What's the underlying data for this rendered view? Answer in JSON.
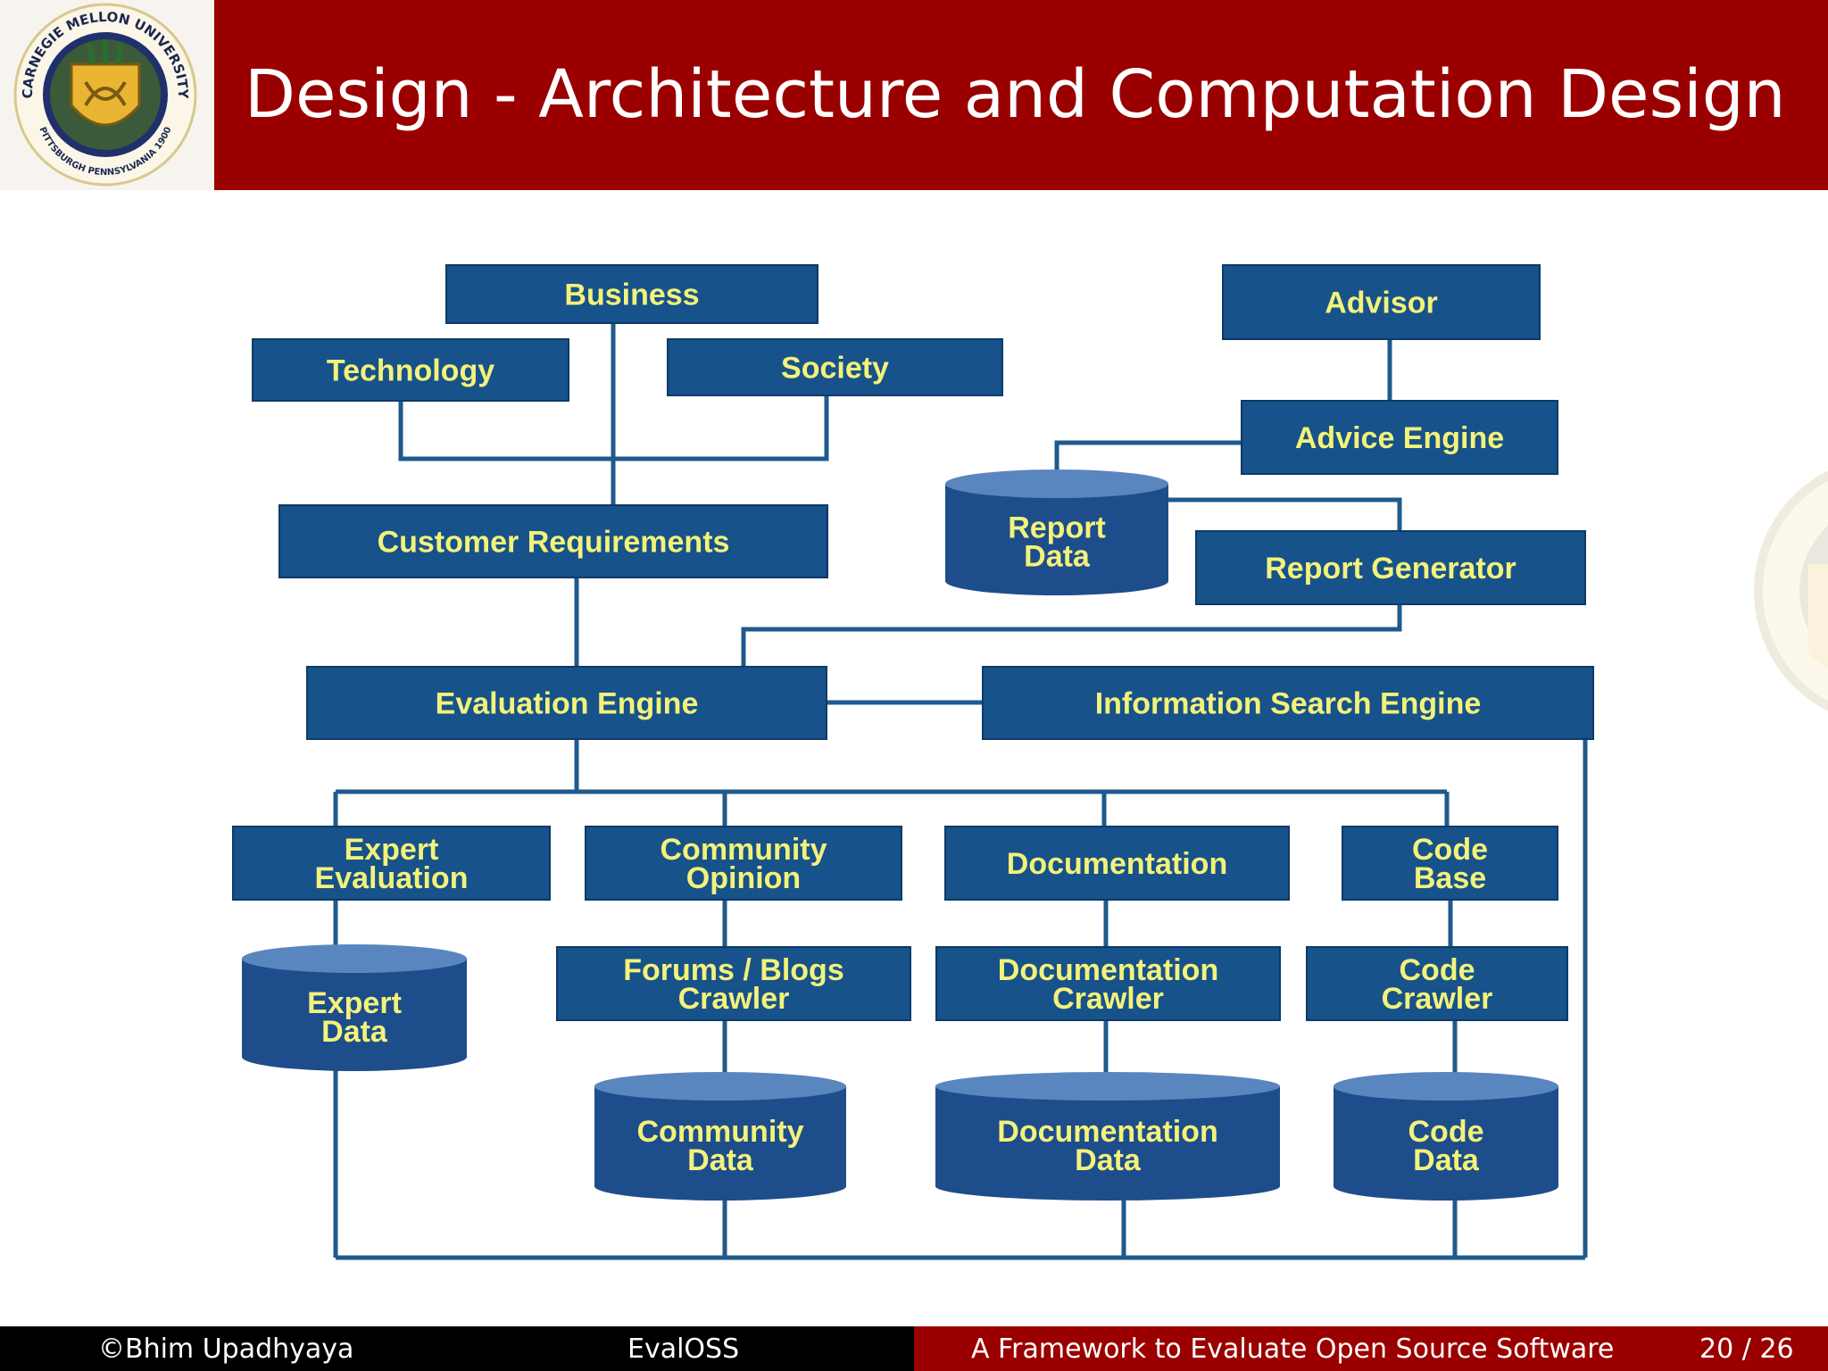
{
  "slide": {
    "title": "Design - Architecture and Computation Design"
  },
  "logo": {
    "top_text": "CARNEGIE MELLON UNIVERSITY",
    "bottom_text": "PITTSBURGH PENNSYLVANIA 1900"
  },
  "colors": {
    "header": "#9a0000",
    "box_fill": "#17528a",
    "box_text": "#f3f27a",
    "line": "#1f5a8d",
    "footer_left": "#000000",
    "footer_right": "#9a0000"
  },
  "diagram": {
    "nodes": [
      {
        "id": "business",
        "shape": "box",
        "lines": [
          "Business"
        ]
      },
      {
        "id": "technology",
        "shape": "box",
        "lines": [
          "Technology"
        ]
      },
      {
        "id": "society",
        "shape": "box",
        "lines": [
          "Society"
        ]
      },
      {
        "id": "customer-requirements",
        "shape": "box",
        "lines": [
          "Customer Requirements"
        ]
      },
      {
        "id": "advisor",
        "shape": "box",
        "lines": [
          "Advisor"
        ]
      },
      {
        "id": "advice-engine",
        "shape": "box",
        "lines": [
          "Advice Engine"
        ]
      },
      {
        "id": "report-data",
        "shape": "cylinder",
        "lines": [
          "Report",
          "Data"
        ]
      },
      {
        "id": "report-generator",
        "shape": "box",
        "lines": [
          "Report Generator"
        ]
      },
      {
        "id": "evaluation-engine",
        "shape": "box",
        "lines": [
          "Evaluation Engine"
        ]
      },
      {
        "id": "information-search-engine",
        "shape": "box",
        "lines": [
          "Information Search Engine"
        ]
      },
      {
        "id": "expert-evaluation",
        "shape": "box",
        "lines": [
          "Expert",
          "Evaluation"
        ]
      },
      {
        "id": "community-opinion",
        "shape": "box",
        "lines": [
          "Community",
          "Opinion"
        ]
      },
      {
        "id": "documentation",
        "shape": "box",
        "lines": [
          "Documentation"
        ]
      },
      {
        "id": "code-base",
        "shape": "box",
        "lines": [
          "Code",
          "Base"
        ]
      },
      {
        "id": "expert-data",
        "shape": "cylinder",
        "lines": [
          "Expert",
          "Data"
        ]
      },
      {
        "id": "forums-blogs-crawler",
        "shape": "box",
        "lines": [
          "Forums / Blogs",
          "Crawler"
        ]
      },
      {
        "id": "documentation-crawler",
        "shape": "box",
        "lines": [
          "Documentation",
          "Crawler"
        ]
      },
      {
        "id": "code-crawler",
        "shape": "box",
        "lines": [
          "Code",
          "Crawler"
        ]
      },
      {
        "id": "community-data",
        "shape": "cylinder",
        "lines": [
          "Community",
          "Data"
        ]
      },
      {
        "id": "documentation-data",
        "shape": "cylinder",
        "lines": [
          "Documentation",
          "Data"
        ]
      },
      {
        "id": "code-data",
        "shape": "cylinder",
        "lines": [
          "Code",
          "Data"
        ]
      }
    ]
  },
  "footer": {
    "author": "©Bhim Upadhyaya",
    "short_title": "EvalOSS",
    "full_title": "A Framework to Evaluate Open Source Software",
    "page": "20 / 26"
  }
}
